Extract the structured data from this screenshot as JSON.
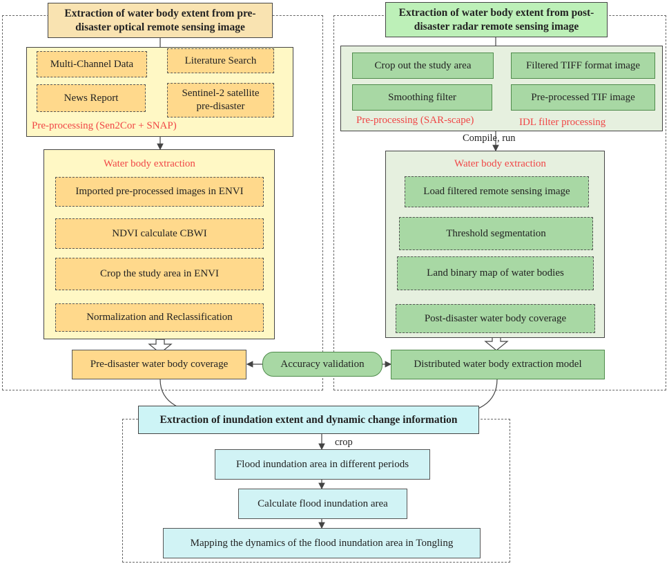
{
  "colors": {
    "pre_title_bg": "#f9e3b1",
    "post_title_bg": "#bdf0b8",
    "final_title_bg": "#cdf4f6",
    "pre_panel_bg": "#fff8c5",
    "pre_item_bg": "#ffd98c",
    "post_panel_bg": "#e6f0df",
    "post_item_bg": "#a8d8a4",
    "accent_red": "#f04646"
  },
  "pre_disaster": {
    "title": "Extraction of water body extent from pre-disaster optical remote sensing image",
    "preprocess_items": [
      "Multi-Channel Data",
      "Literature Search",
      "News Report",
      "Sentinel-2 satellite pre-disaster"
    ],
    "preprocess_label": "Pre-processing (Sen2Cor + SNAP)",
    "extraction_label": "Water body extraction",
    "extraction_steps": [
      "Imported pre-processed images in ENVI",
      "NDVI calculate CBWI",
      "Crop the study area in ENVI",
      "Normalization and Reclassification"
    ],
    "result": "Pre-disaster water body coverage"
  },
  "post_disaster": {
    "title": "Extraction of water body extent from post-disaster radar remote sensing image",
    "preprocess_items": [
      "Crop out the study area",
      "Filtered TIFF format image",
      "Smoothing filter",
      "Pre-processed TIF image"
    ],
    "preprocess_label": "Pre-processing (SAR-scape)",
    "idl_label": "IDL filter processing",
    "compile_label": "Compile, run",
    "extraction_label": "Water body extraction",
    "extraction_steps": [
      "Load filtered remote sensing image",
      "Threshold segmentation",
      "Land binary map of water bodies",
      "Post-disaster water body coverage"
    ],
    "result": "Distributed water body extraction model"
  },
  "validation": "Accuracy validation",
  "final_stage": {
    "title": "Extraction of inundation extent and dynamic change information",
    "crop_label": "crop",
    "steps": [
      "Flood inundation area in different periods",
      "Calculate flood inundation area",
      "Mapping the dynamics of the flood inundation area in Tongling"
    ]
  }
}
